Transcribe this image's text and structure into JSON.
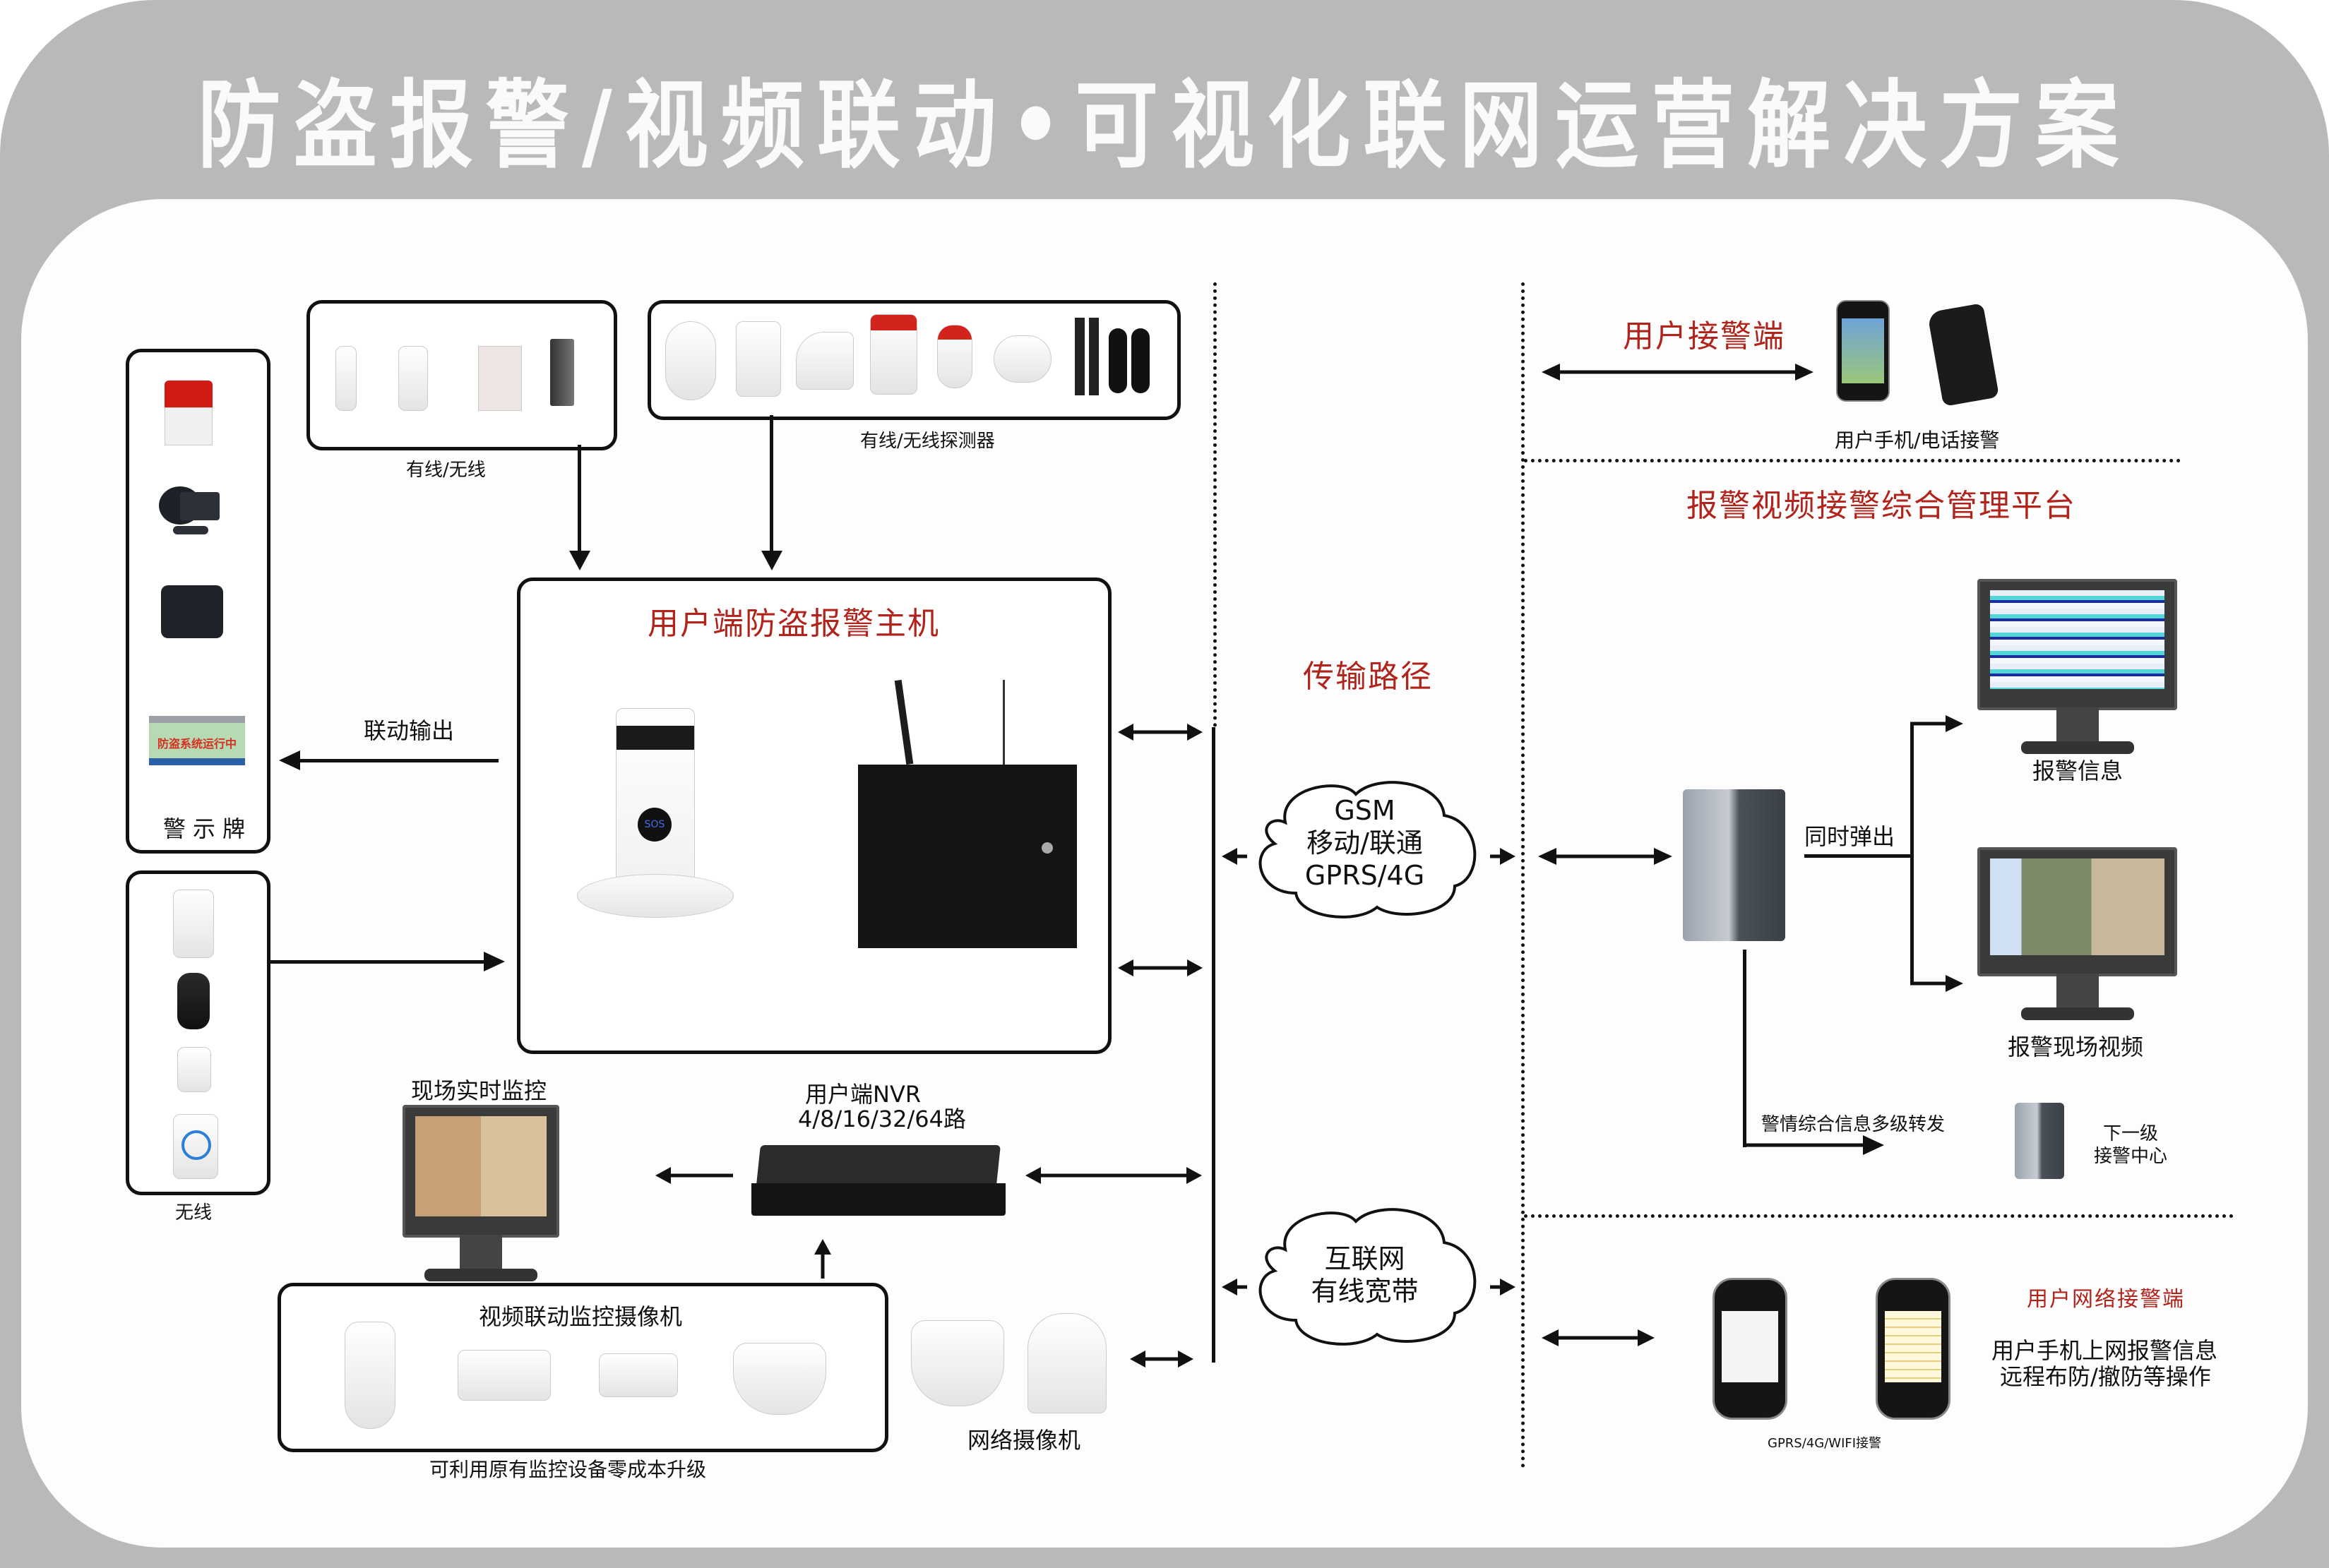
{
  "title": "防盗报警/视频联动•可视化联网运营解决方案",
  "sections": {
    "sensors_wired_wireless": {
      "label": "有线/无线"
    },
    "detectors": {
      "label": "有线/无线探测器"
    },
    "warning_devices": {
      "label": "警示牌",
      "sign_text": "防盗系统运行中"
    },
    "linkage_output": {
      "label": "联动输出"
    },
    "remotes": {
      "label": "无线"
    },
    "host": {
      "title": "用户端防盗报警主机",
      "sos_label": "SOS"
    },
    "live_monitor": {
      "label": "现场实时监控"
    },
    "nvr": {
      "label_line1": "用户端NVR",
      "label_line2": "4/8/16/32/64路"
    },
    "cameras": {
      "title": "视频联动监控摄像机",
      "caption": "可利用原有监控设备零成本升级"
    },
    "ip_camera": {
      "label": "网络摄像机"
    },
    "transport": {
      "title": "传输路径",
      "cloud_gsm": [
        "GSM",
        "移动/联通",
        "GPRS/4G"
      ],
      "cloud_internet": [
        "互联网",
        "有线宽带"
      ]
    },
    "user_receiver": {
      "title": "用户接警端",
      "caption": "用户手机/电话接警"
    },
    "platform": {
      "title": "报警视频接警综合管理平台",
      "popup_label": "同时弹出",
      "alarm_info": "报警信息",
      "alarm_video": "报警现场视频",
      "forward_label": "警情综合信息多级转发",
      "next_center_line1": "下一级",
      "next_center_line2": "接警中心"
    },
    "network_receiver": {
      "title": "用户网络接警端",
      "desc_line1": "用户手机上网报警信息",
      "desc_line2": "远程布防/撤防等操作",
      "caption": "GPRS/4G/WIFI接警"
    }
  },
  "colors": {
    "frame": "#b9b9b9",
    "accent_red": "#b0241c",
    "line": "#111111"
  }
}
